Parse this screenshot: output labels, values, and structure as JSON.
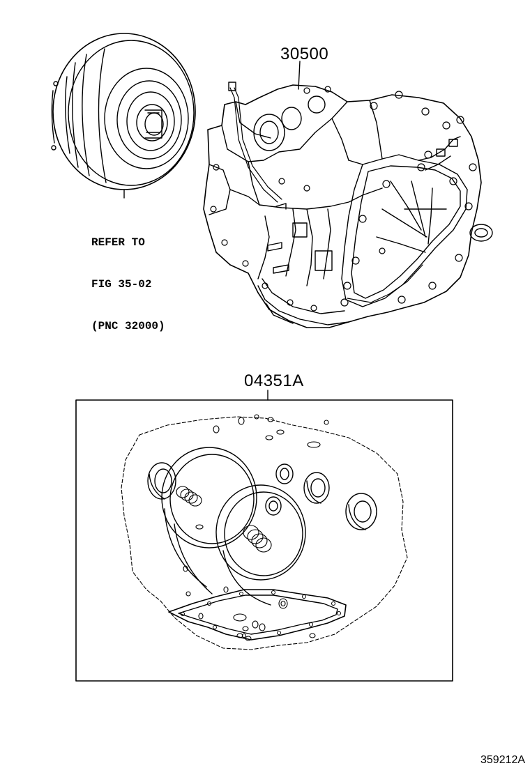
{
  "parts": [
    {
      "id": "assembly",
      "number": "30500",
      "name": "transmission-assembly"
    },
    {
      "id": "kit",
      "number": "04351A",
      "name": "overhaul-gasket-kit"
    }
  ],
  "reference_note": {
    "line1": "REFER TO",
    "line2": "FIG 35-02",
    "line3": "(PNC 32000)"
  },
  "illustration_number": "359212A",
  "colors": {
    "line": "#000000",
    "background": "#ffffff"
  }
}
